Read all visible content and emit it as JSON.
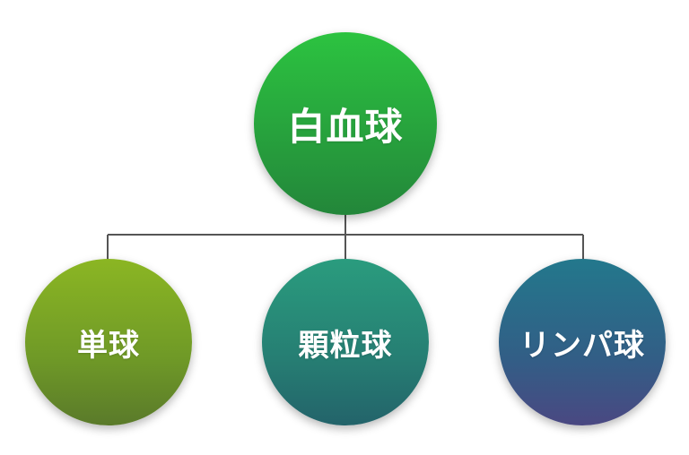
{
  "diagram": {
    "root": {
      "label": "白血球",
      "color": "#27a23d"
    },
    "children": [
      {
        "label": "単球",
        "color": "#6f9927"
      },
      {
        "label": "顆粒球",
        "color": "#267e73"
      },
      {
        "label": "リンパ球",
        "color": "#325e86"
      }
    ],
    "connector_color": "#555555"
  }
}
